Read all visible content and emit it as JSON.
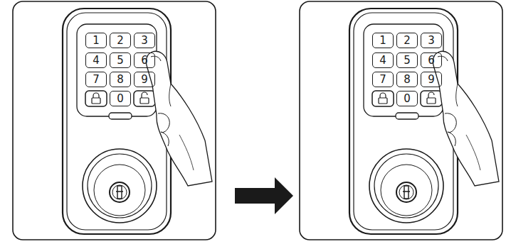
{
  "diagram": {
    "nodes": [
      {
        "text": [
          "1"
        ]
      },
      {
        "text": [
          "2"
        ]
      },
      {
        "text": [
          "3"
        ]
      },
      {
        "text": [
          "4"
        ]
      },
      {
        "text": [
          "5"
        ]
      },
      {
        "text": [
          "6"
        ]
      },
      {
        "text": [
          "7"
        ]
      },
      {
        "text": [
          "8"
        ]
      },
      {
        "text": [
          "9"
        ]
      },
      {
        "text": [
          "0"
        ]
      },
      {
        "text": [
          "1"
        ]
      },
      {
        "text": [
          "2"
        ]
      },
      {
        "text": [
          "3"
        ]
      },
      {
        "text": [
          "4"
        ]
      },
      {
        "text": [
          "5"
        ]
      },
      {
        "text": [
          "6"
        ]
      },
      {
        "text": [
          "7"
        ]
      },
      {
        "text": [
          "8"
        ]
      },
      {
        "text": [
          "9"
        ]
      },
      {
        "text": [
          "0"
        ]
      }
    ]
  }
}
